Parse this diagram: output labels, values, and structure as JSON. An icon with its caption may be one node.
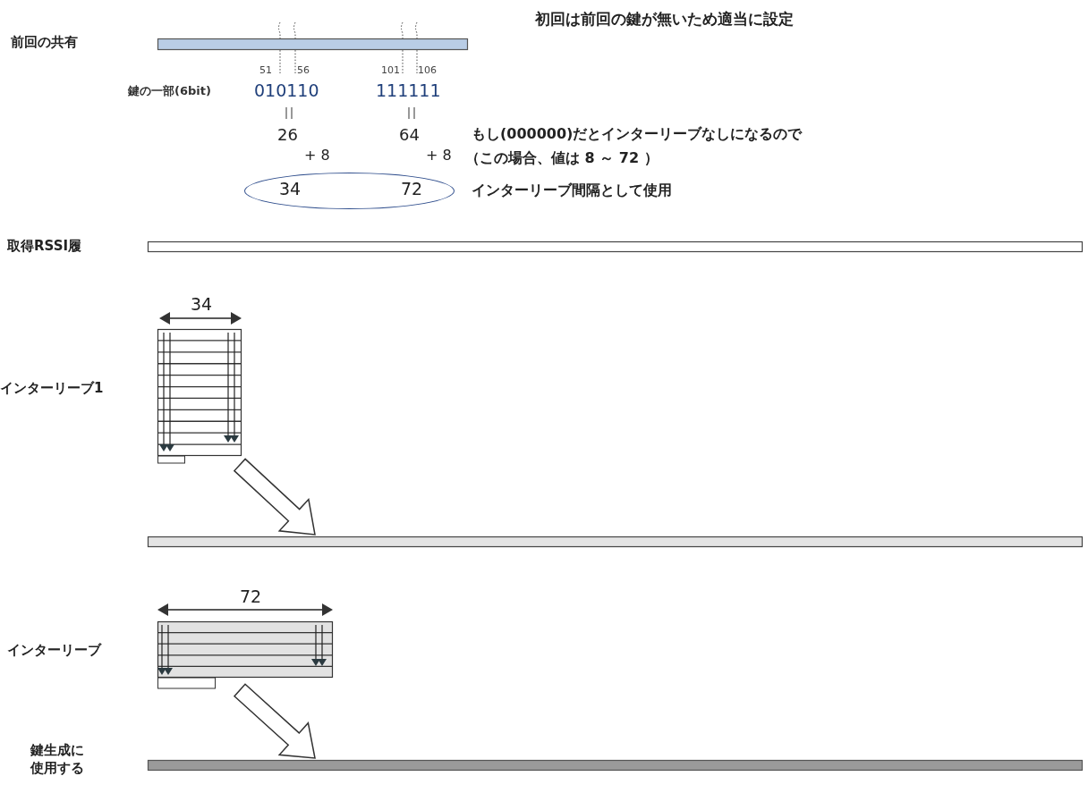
{
  "diagram": {
    "title": "初回は前回の鍵が無いため適当に設定",
    "nodes": [
      {
        "text": [],
        "shape": "bar"
      },
      {
        "text": [],
        "shape": "bar"
      },
      {
        "text": [],
        "shape": "box"
      },
      {
        "text": [],
        "shape": "bar"
      },
      {
        "text": [],
        "shape": "box"
      },
      {
        "text": [],
        "shape": "bar"
      },
      {
        "text": [
          "34",
          "72"
        ]
      }
    ],
    "edges": [
      {
        "from": 2,
        "to": 3,
        "arrow": "to"
      },
      {
        "from": 4,
        "to": 5,
        "arrow": "to"
      }
    ],
    "labels": [
      "前回の共有",
      "51",
      "56",
      "101",
      "106",
      "鍵の一部(6bit)",
      "010110",
      "111111",
      "26",
      "64",
      "もし(000000)だとインターリーブなしになるので",
      "+ 8",
      "+ 8",
      "（この場合、値は 8 ～ 72 ）",
      "インターリーブ間隔として使用",
      "取得RSSI履",
      "34",
      "インターリーブ1",
      "72",
      "インターリーブ",
      "鍵生成に使用する"
    ]
  }
}
